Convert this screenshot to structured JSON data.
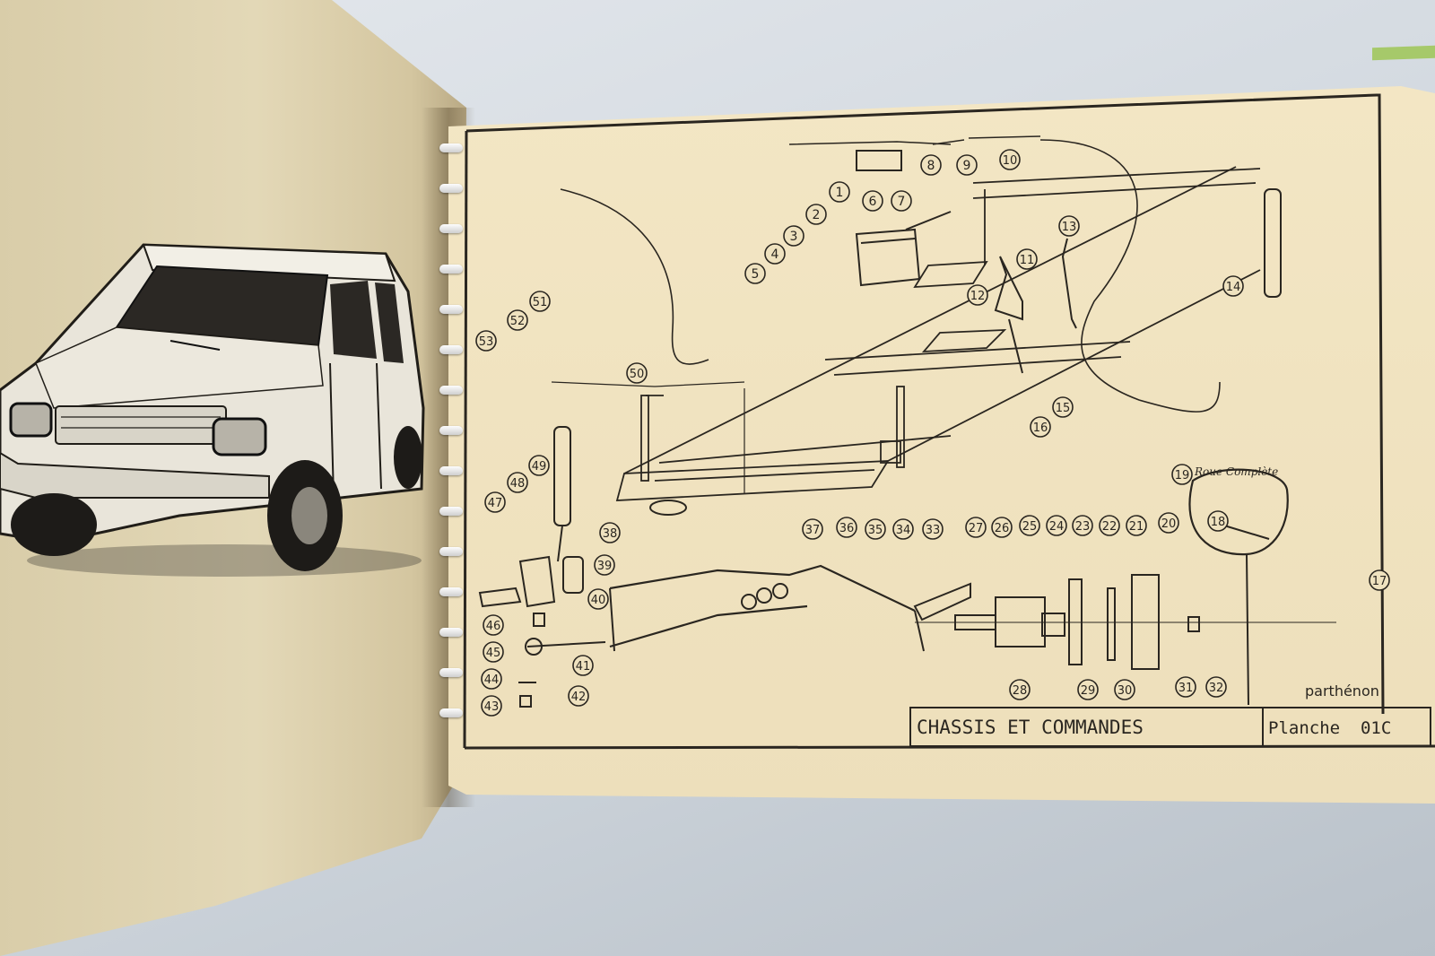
{
  "plate": {
    "title": "CHASSIS ET COMMANDES",
    "sheet": "Planche  01C",
    "brand": "parthénon",
    "wheel_note": "Roue Complète"
  },
  "part_numbers": [
    "1",
    "2",
    "3",
    "4",
    "5",
    "6",
    "7",
    "8",
    "9",
    "10",
    "11",
    "12",
    "13",
    "14",
    "15",
    "16",
    "17",
    "18",
    "19",
    "20",
    "21",
    "22",
    "23",
    "24",
    "25",
    "26",
    "27",
    "28",
    "29",
    "30",
    "31",
    "32",
    "33",
    "34",
    "35",
    "36",
    "37",
    "38",
    "39",
    "40",
    "41",
    "42",
    "43",
    "44",
    "45",
    "46",
    "47",
    "48",
    "49",
    "50",
    "51",
    "52",
    "53"
  ],
  "colors": {
    "paper": "#efe2bf",
    "ink": "#2a2620",
    "left_paper": "#ddd1ae"
  }
}
